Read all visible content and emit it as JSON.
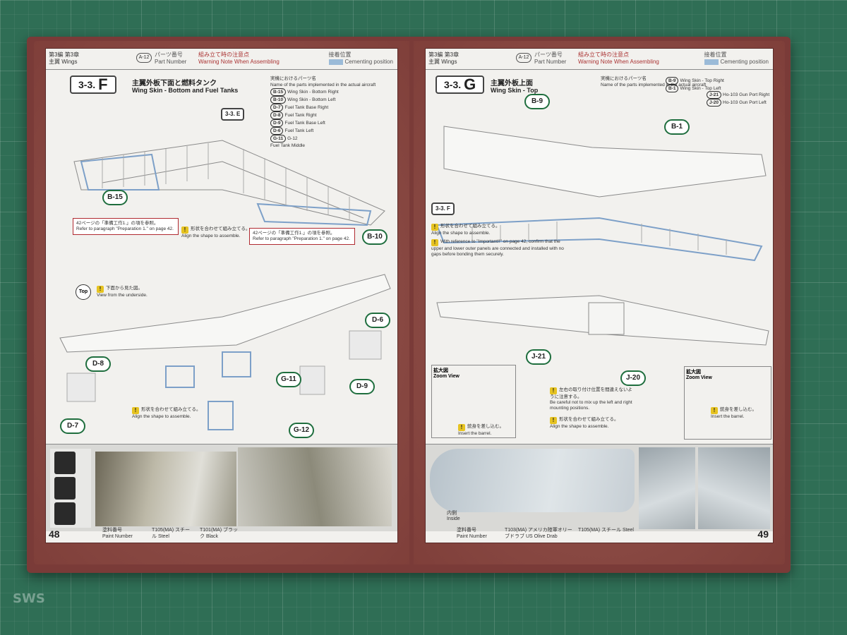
{
  "left_page": {
    "header": {
      "section_jp": "第3編 第3章",
      "section_sub_jp": "主翼",
      "section_en": "Wings",
      "part_code": "A-12",
      "part_label_jp": "パーツ番号",
      "part_label_en": "Part Number",
      "warning_jp": "組み立て時の注意点",
      "warning_en": "Warning Note When Assembling",
      "cement_jp": "接着位置",
      "cement_en": "Cementing position"
    },
    "step_prefix": "3-3.",
    "step_letter": "F",
    "title_jp": "主翼外板下面と燃料タンク",
    "title_en": "Wing Skin - Bottom and Fuel Tanks",
    "parts_header_jp": "実機におけるパーツ名",
    "parts_header_en": "Name of the parts implemented in the actual aircraft",
    "parts": [
      {
        "code": "B-15",
        "text": "Wing Skin - Bottom Right"
      },
      {
        "code": "B-10",
        "text": "Wing Skin - Bottom Left"
      },
      {
        "code": "D-7",
        "text": "Fuel Tank Base Right"
      },
      {
        "code": "D-8",
        "text": "Fuel Tank Right"
      },
      {
        "code": "D-9",
        "text": "Fuel Tank Base Left"
      },
      {
        "code": "D-6",
        "text": "Fuel Tank Left"
      },
      {
        "code": "G-11",
        "text": "G-12"
      },
      {
        "code": "",
        "text": "Fuel Tank Middle"
      }
    ],
    "ref_step": "3-3.",
    "ref_letter": "E",
    "callouts": [
      "B-15",
      "B-10",
      "D-6",
      "D-8",
      "D-9",
      "D-7",
      "G-11",
      "G-12"
    ],
    "prep_note_jp": "42ページの「準備工作1.」の項を参照。",
    "prep_note_en": "Refer to paragraph \"Preparation 1.\" on page 42.",
    "align_note_jp": "形状を合わせて組み立てる。",
    "align_note_en": "Align the shape to assemble.",
    "top_label": "Top",
    "view_note_jp": "下面から見た図。",
    "view_note_en": "View from the underside.",
    "page_number": "48",
    "paint_label_jp": "塗料番号",
    "paint_label_en": "Paint Number",
    "paint1": "T105(MA) スチール Steel",
    "paint2": "T101(MA) ブラック Black"
  },
  "right_page": {
    "header": {
      "section_jp": "第3編 第3章",
      "section_sub_jp": "主翼",
      "section_en": "Wings",
      "part_code": "A-12",
      "part_label_jp": "パーツ番号",
      "part_label_en": "Part Number",
      "warning_jp": "組み立て時の注意点",
      "warning_en": "Warning Note When Assembling",
      "cement_jp": "接着位置",
      "cement_en": "Cementing position"
    },
    "step_prefix": "3-3.",
    "step_letter": "G",
    "title_jp": "主翼外板上面",
    "title_en": "Wing Skin - Top",
    "parts_header_jp": "実機におけるパーツ名",
    "parts_header_en": "Name of the parts implemented in the actual aircraft",
    "parts": [
      {
        "code": "B-9",
        "text": "Wing Skin - Top Right"
      },
      {
        "code": "J-21",
        "text": "Ho-103 Gun Port Right"
      },
      {
        "code": "B-1",
        "text": "Wing Skin - Top Left"
      },
      {
        "code": "J-20",
        "text": "Ho-103 Gun Port Left"
      }
    ],
    "ref_step": "3-3.",
    "ref_letter": "F",
    "callouts": [
      "B-9",
      "B-1",
      "J-21",
      "J-20"
    ],
    "align_note_jp": "形状を合わせて組み立てる。",
    "align_note_en": "Align the shape to assemble.",
    "important_note_en": "With reference to \"Important!!\" on page 42, confirm that the upper and lower outer panels are connected and installed with no gaps before bonding them securely.",
    "zoom_jp": "拡大図",
    "zoom_en": "Zoom View",
    "barrel_jp": "銃身を差し込む。",
    "barrel_en": "Insert the barrel.",
    "mix_note_jp": "左右の取り付け位置を間違えないように注意する。",
    "mix_note_en": "Be careful not to mix up the left and right mounting positions.",
    "inside_jp": "内側",
    "inside_en": "Inside",
    "page_number": "49",
    "paint_label_jp": "塗料番号",
    "paint_label_en": "Paint Number",
    "paint1": "T103(MA) アメリカ陸軍オリーブドラブ US Olive Drab",
    "paint2": "T105(MA) スチール Steel"
  },
  "watermark": "SWS"
}
